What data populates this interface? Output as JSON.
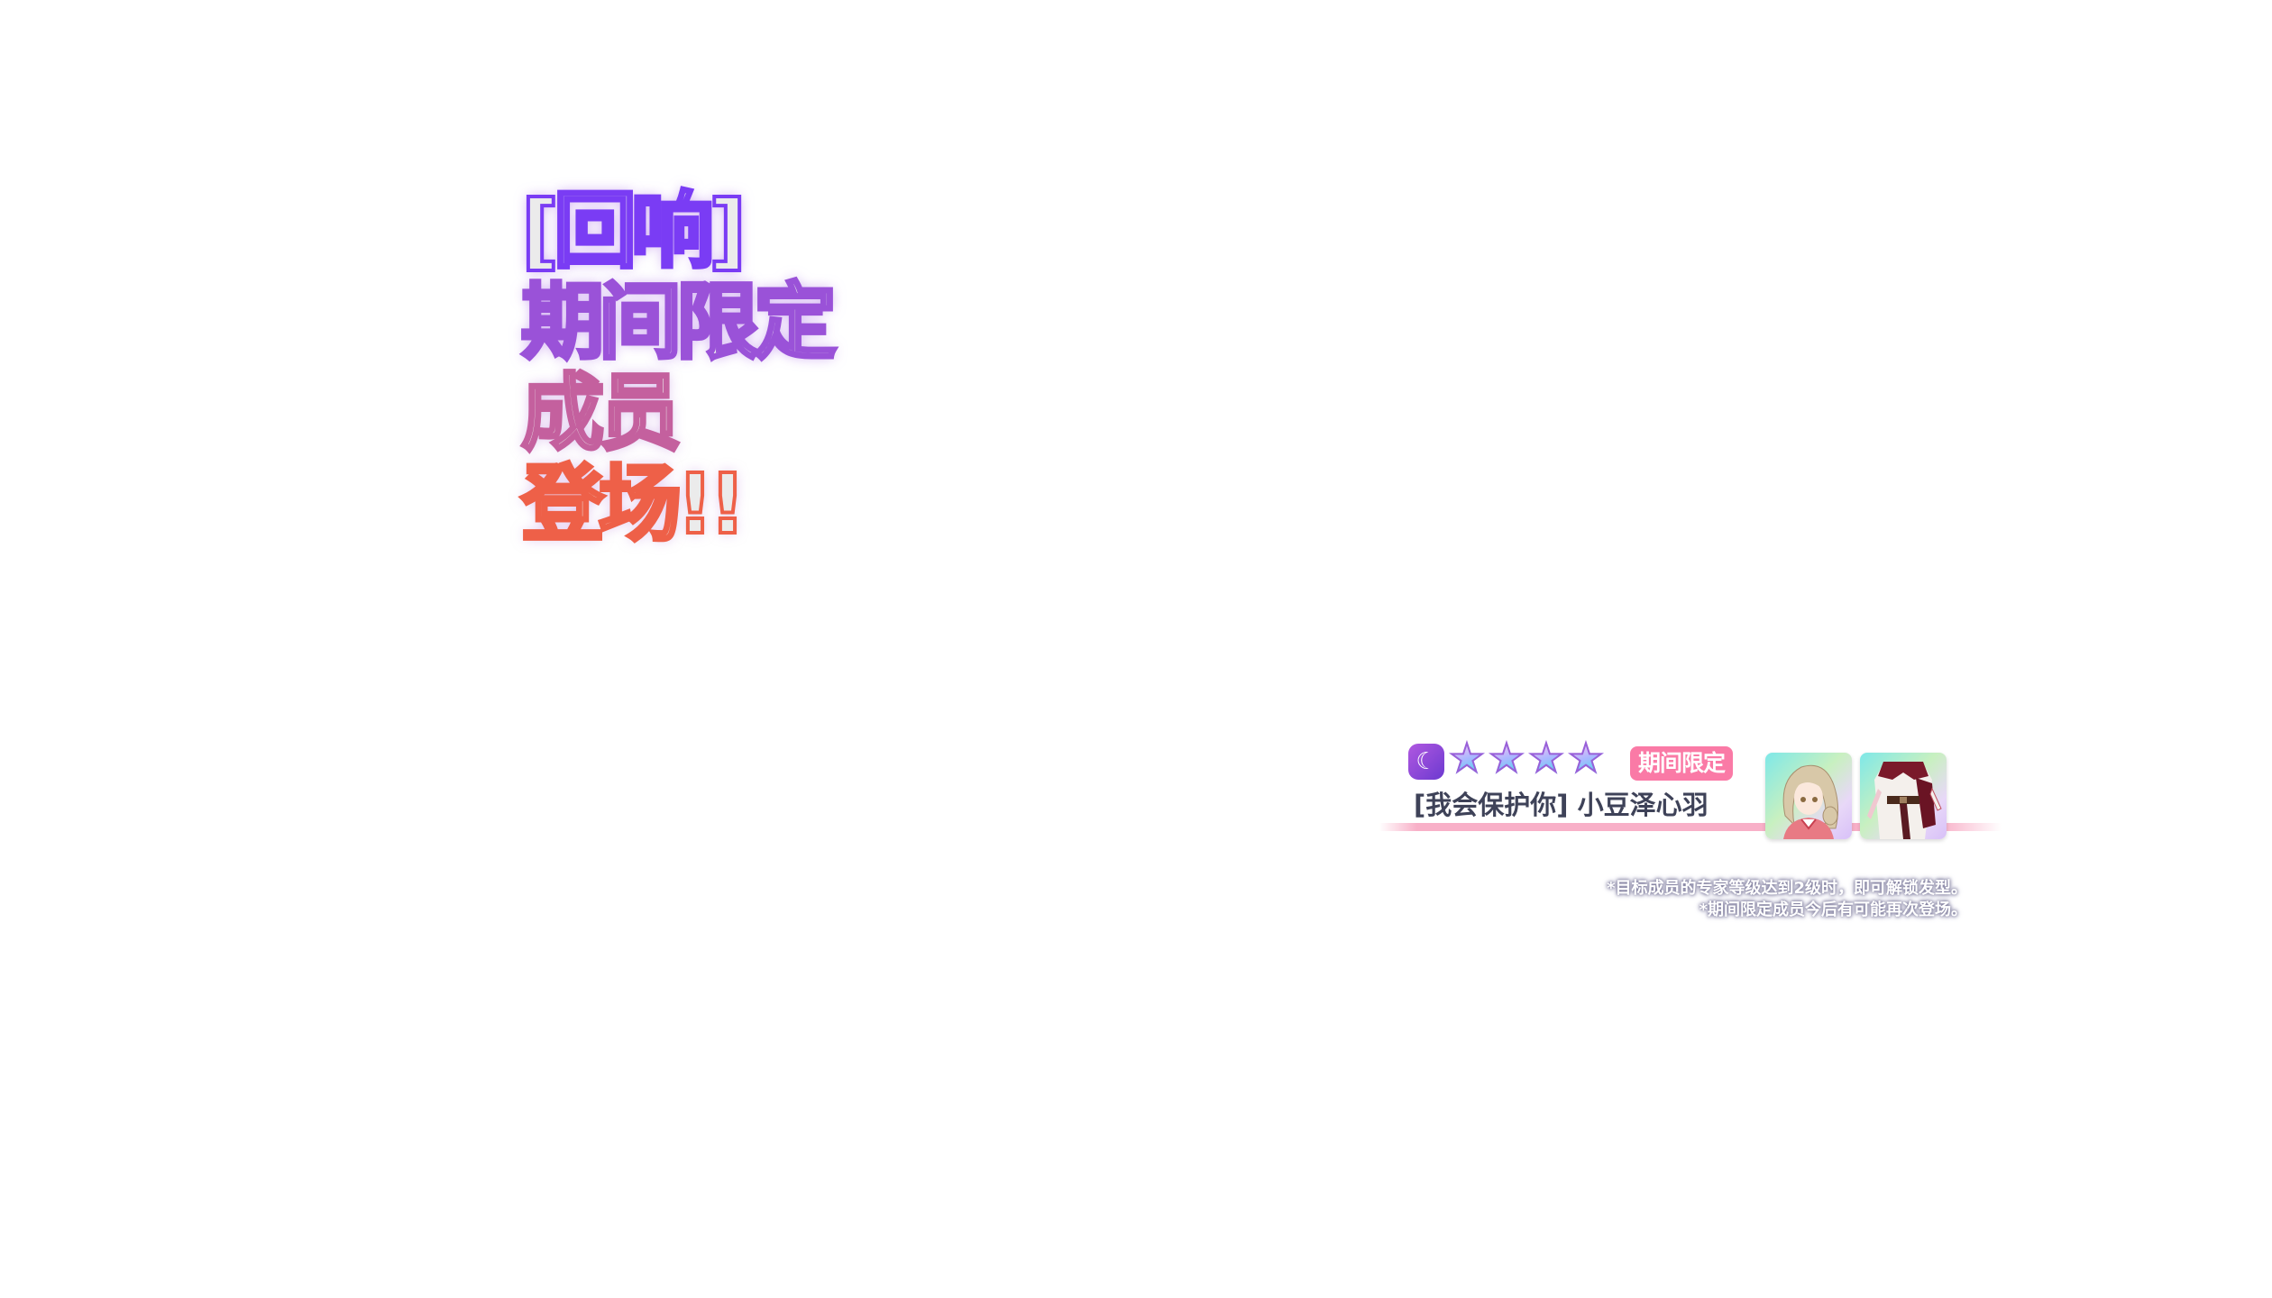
{
  "headline": {
    "lines": [
      "[回响]",
      "期间限定",
      "成员",
      "登场!!"
    ],
    "stroke_colors": [
      "#7a3cf4",
      "#9a52d8",
      "#c4609e",
      "#ee6048"
    ],
    "fill_color": "#ebebeb"
  },
  "member_card": {
    "attribute_icon": "moon-icon",
    "attribute_glyph": "☾",
    "star_count": 4,
    "star_glyph": "★",
    "badge_label": "期间限定",
    "badge_color": "#fa7aa6",
    "name": "[我会保护你] 小豆泽心羽",
    "rewards": [
      {
        "type": "hairstyle",
        "icon": "hairstyle-thumbnail"
      },
      {
        "type": "outfit",
        "icon": "outfit-thumbnail"
      }
    ]
  },
  "footnotes": [
    "*目标成员的专家等级达到2级时，即可解锁发型。",
    "*期间限定成员今后有可能再次登场。"
  ]
}
